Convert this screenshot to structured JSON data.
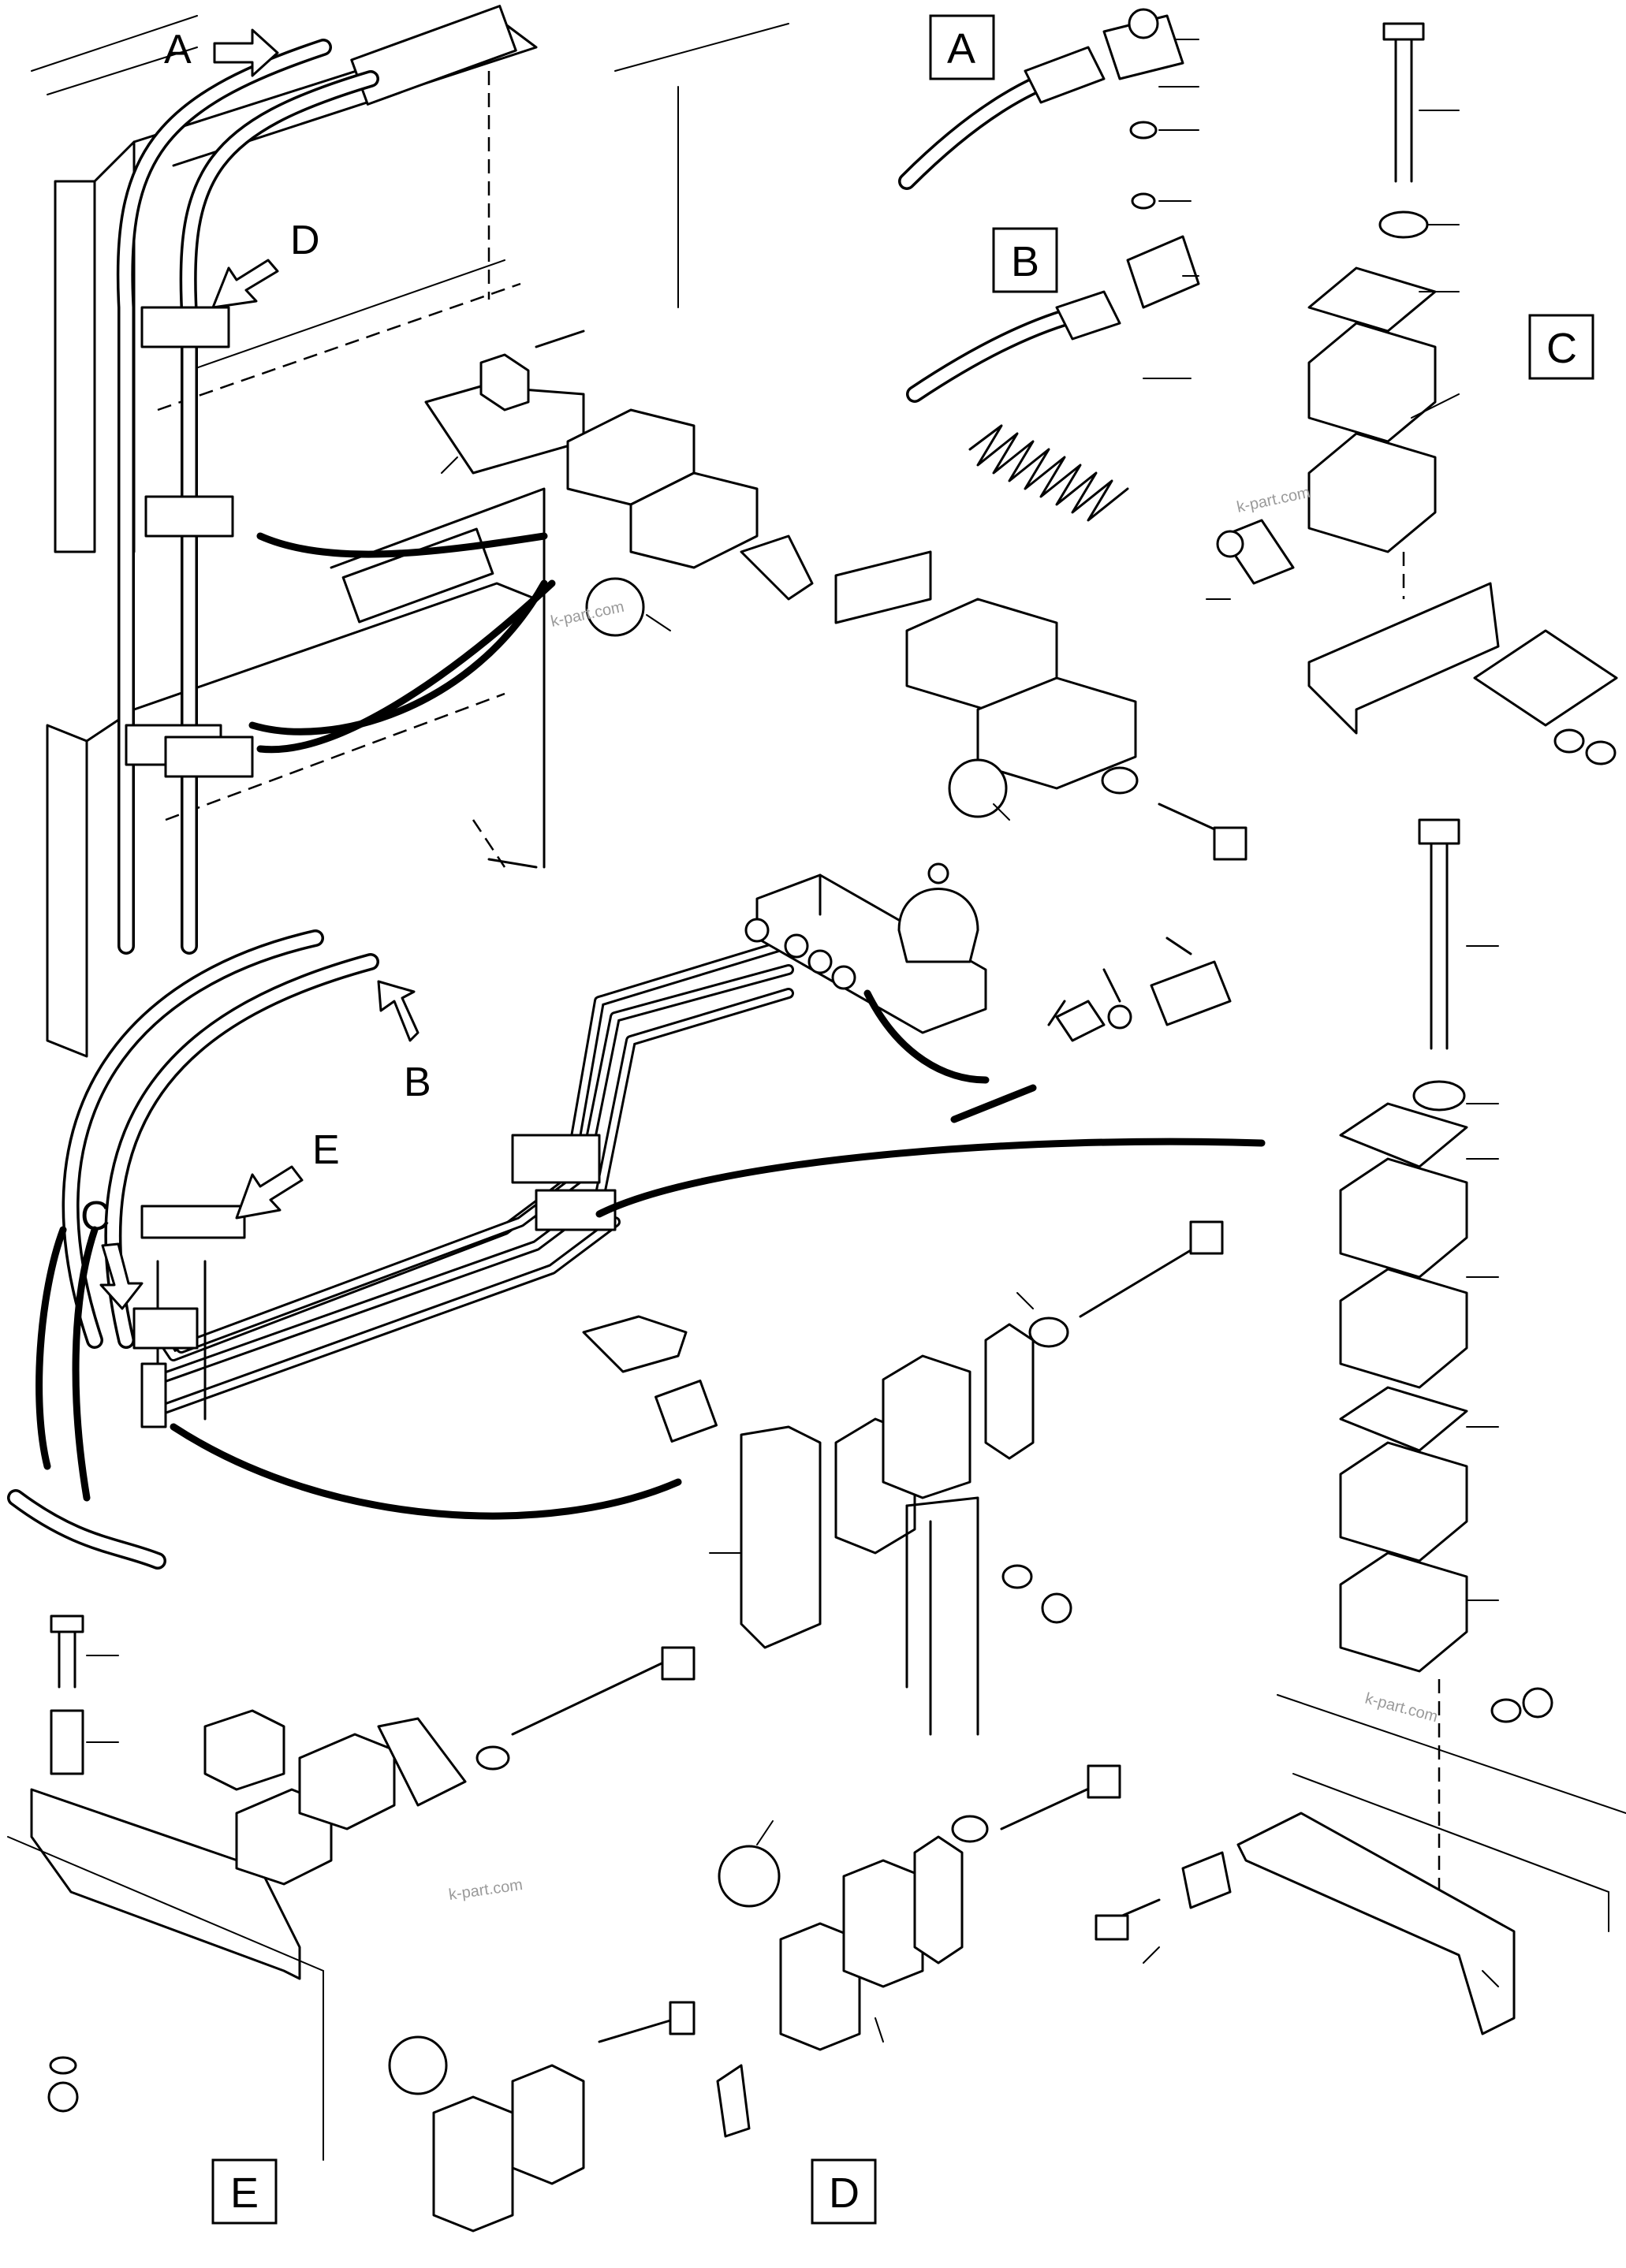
{
  "diagram": {
    "callout_labels": {
      "a": "A",
      "b": "B",
      "c": "C",
      "d": "D",
      "e": "E"
    },
    "detail_boxes": {
      "a": "A",
      "b": "B",
      "c": "C",
      "d": "D",
      "e": "E"
    },
    "watermarks": [
      "k-part.com",
      "k-part.com",
      "k-part.com",
      "k-part.com"
    ]
  }
}
